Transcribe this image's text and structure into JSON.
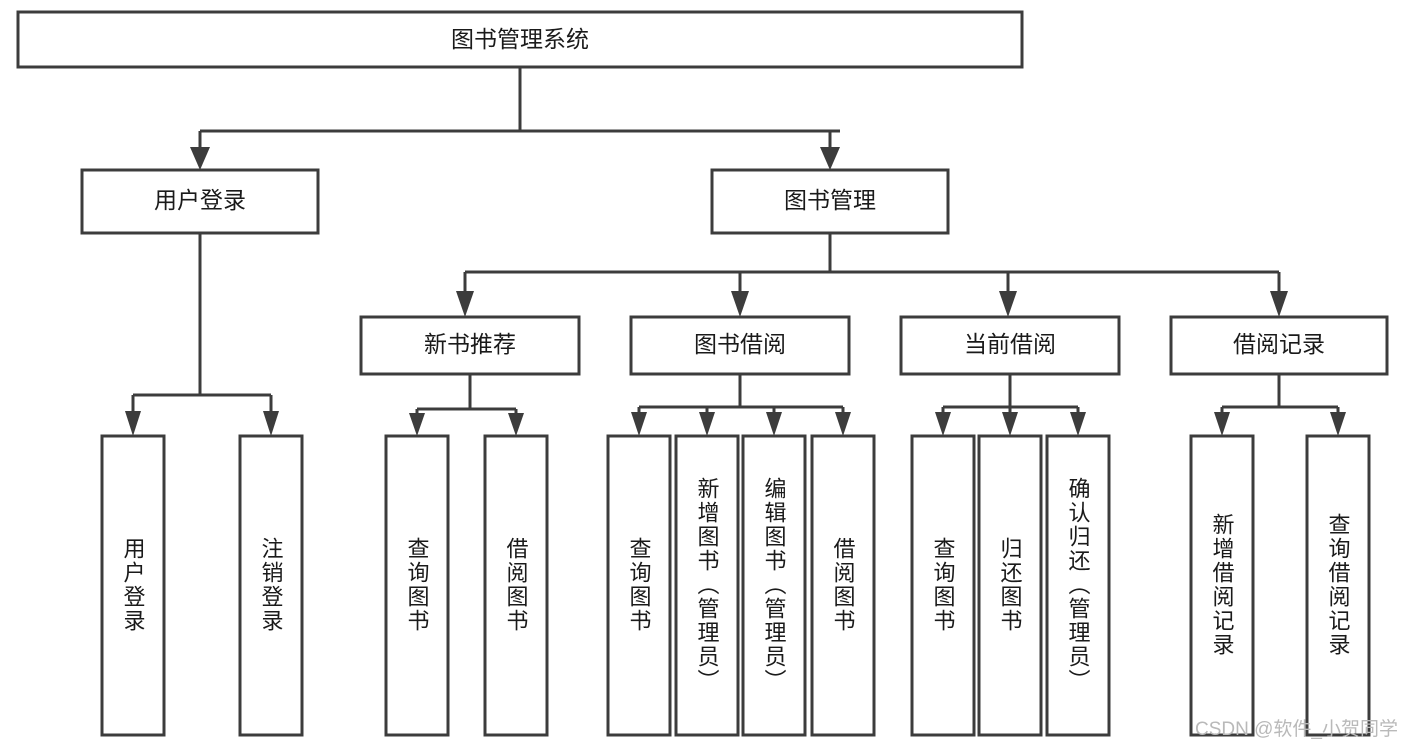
{
  "diagram": {
    "type": "tree",
    "title": "图书管理系统",
    "root": {
      "id": "root",
      "label": "图书管理系统"
    },
    "level2": [
      {
        "id": "user-login",
        "label": "用户登录"
      },
      {
        "id": "book-manage",
        "label": "图书管理"
      }
    ],
    "level3": [
      {
        "id": "new-book-rec",
        "label": "新书推荐",
        "parent": "book-manage"
      },
      {
        "id": "book-borrow",
        "label": "图书借阅",
        "parent": "book-manage"
      },
      {
        "id": "current-borrow",
        "label": "当前借阅",
        "parent": "book-manage"
      },
      {
        "id": "borrow-record",
        "label": "借阅记录",
        "parent": "book-manage"
      }
    ],
    "leaves": {
      "user_login": [
        {
          "id": "leaf-user-login",
          "label": "用户登录"
        },
        {
          "id": "leaf-user-logout",
          "label": "注销登录"
        }
      ],
      "new_book_rec": [
        {
          "id": "leaf-query-book-1",
          "label": "查询图书"
        },
        {
          "id": "leaf-borrow-book-1",
          "label": "借阅图书"
        }
      ],
      "book_borrow": [
        {
          "id": "leaf-query-book-2",
          "label": "查询图书"
        },
        {
          "id": "leaf-add-book",
          "label": "新增图书（管理员）"
        },
        {
          "id": "leaf-edit-book",
          "label": "编辑图书（管理员）"
        },
        {
          "id": "leaf-borrow-book-2",
          "label": "借阅图书"
        }
      ],
      "current_borrow": [
        {
          "id": "leaf-query-book-3",
          "label": "查询图书"
        },
        {
          "id": "leaf-return-book",
          "label": "归还图书"
        },
        {
          "id": "leaf-confirm-return",
          "label": "确认归还（管理员）"
        }
      ],
      "borrow_record": [
        {
          "id": "leaf-add-record",
          "label": "新增借阅记录"
        },
        {
          "id": "leaf-query-record",
          "label": "查询借阅记录"
        }
      ]
    }
  },
  "watermark": {
    "text": "CSDN @软件_小贺同学"
  },
  "colors": {
    "stroke": "#3c3c3c",
    "box_fill": "#ffffff",
    "text": "#1a1a1a",
    "watermark": "#b9b9b9",
    "background": "#ffffff"
  }
}
